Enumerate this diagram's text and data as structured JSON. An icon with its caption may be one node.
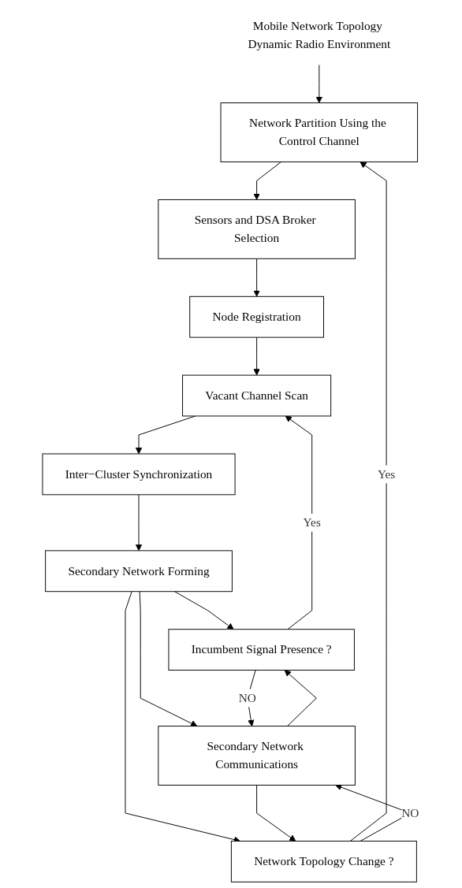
{
  "diagram": {
    "nodes": [
      {
        "text": [
          "Mobile Network Topology Dynamic Radio Environment"
        ]
      },
      {
        "text": [
          "Network Partition Using the Control Channel"
        ]
      },
      {
        "text": [
          "Sensors and DSA Broker Selection"
        ]
      },
      {
        "text": [
          "Node Registration"
        ]
      },
      {
        "text": [
          "Vacant Channel Scan"
        ]
      },
      {
        "text": [
          "Inter−Cluster Synchronization"
        ]
      },
      {
        "text": [
          "Secondary Network Forming"
        ]
      },
      {
        "text": [
          "Incumbent Signal Presence ?"
        ]
      },
      {
        "text": [
          "Network Topology Change ?"
        ]
      },
      {
        "text": [
          "Secondary Network Communications"
        ]
      }
    ],
    "edges": [
      {
        "from": 0,
        "to": 1,
        "arrow": "to"
      },
      {
        "from": 1,
        "to": 2,
        "arrow": "to"
      },
      {
        "from": 2,
        "to": 3,
        "arrow": "to"
      },
      {
        "from": 3,
        "to": 4,
        "arrow": "to"
      },
      {
        "from": 4,
        "to": 5,
        "arrow": "to"
      },
      {
        "from": 5,
        "to": 6,
        "arrow": "to"
      },
      {
        "from": 6,
        "to": 7,
        "arrow": "to"
      },
      {
        "from": 6,
        "to": 8,
        "arrow": "to"
      },
      {
        "from": 6,
        "to": 9,
        "arrow": "to"
      },
      {
        "from": 7,
        "to": 4,
        "label": "Yes",
        "arrow": "to"
      },
      {
        "from": 8,
        "to": 1,
        "label": "Yes",
        "arrow": "to"
      },
      {
        "from": 7,
        "to": 9,
        "label": "NO",
        "arrow": "to"
      },
      {
        "from": 8,
        "to": 9,
        "label": "NO",
        "arrow": "to"
      },
      {
        "from": 9,
        "to": 7,
        "arrow": "to"
      },
      {
        "from": 9,
        "to": 8,
        "arrow": "to"
      }
    ]
  }
}
